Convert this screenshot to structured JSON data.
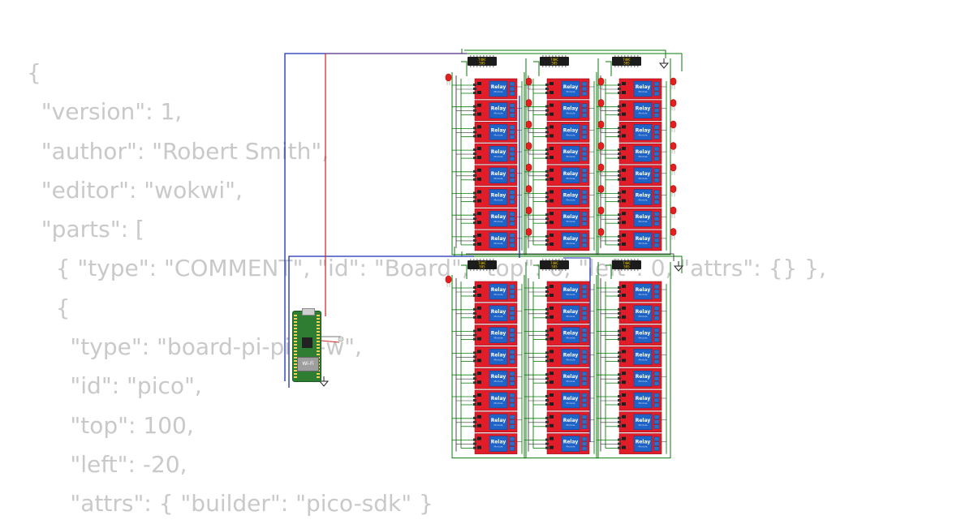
{
  "code_lines": [
    "{",
    "  \"version\": 1,",
    "  \"author\": \"Robert Smith\",",
    "  \"editor\": \"wokwi\",",
    "  \"parts\": [",
    "    { \"type\": \"COMMENT\", \"id\": \"Board\", \"top\": 0, \"left\": 0, \"attrs\": {} },",
    "    {",
    "      \"type\": \"board-pi-pico-w\",",
    "      \"id\": \"pico\",",
    "      \"top\": 100,",
    "      \"left\": -20,",
    "      \"attrs\": { \"builder\": \"pico-sdk\" }"
  ],
  "relay": {
    "title": "Relay",
    "subtitle": "Module"
  },
  "shift_register": {
    "label_line1": "74HC",
    "label_line2": "595"
  },
  "pico": {
    "wifi_label": "Wi-Fi"
  },
  "colors": {
    "relay_board": "#e11d2a",
    "relay_block": "#1e63c8",
    "wire_green": "#0a7d0a",
    "wire_blue": "#1a2fb0",
    "wire_red": "#d42020",
    "led": "#e32020"
  }
}
